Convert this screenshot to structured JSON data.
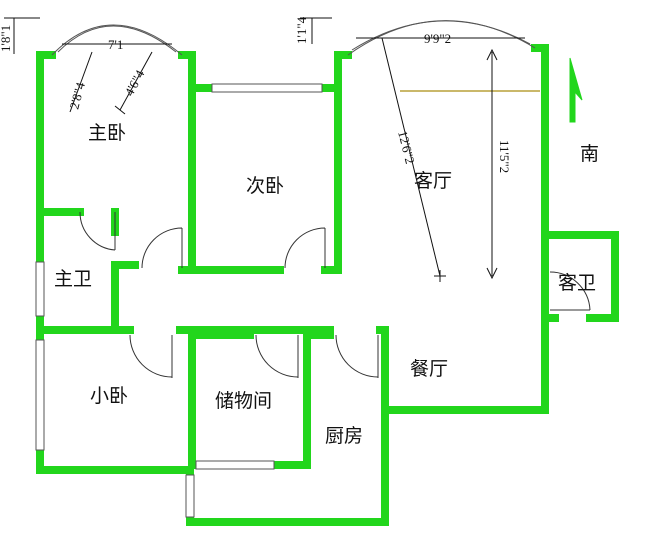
{
  "rooms": {
    "master_bedroom": "主卧",
    "second_bedroom": "次卧",
    "living_room": "客厅",
    "master_bath": "主卫",
    "guest_bath": "客卫",
    "small_bedroom": "小卧",
    "storage": "储物间",
    "dining": "餐厅",
    "kitchen": "厨房"
  },
  "compass": {
    "label": "南"
  },
  "dimensions": {
    "bay_depth_left": "1'8\"1",
    "bay_width_left": "7'1",
    "bay_diag_a": "2'8\"4",
    "bay_diag_b": "4'6\"4",
    "bay_depth_right": "1'1\"4",
    "bay_width_right": "9'9\"2",
    "living_diag": "12'6\"2",
    "living_height": "11'5\"2"
  },
  "colors": {
    "wall": "#22d61c",
    "background": "#ffffff"
  }
}
